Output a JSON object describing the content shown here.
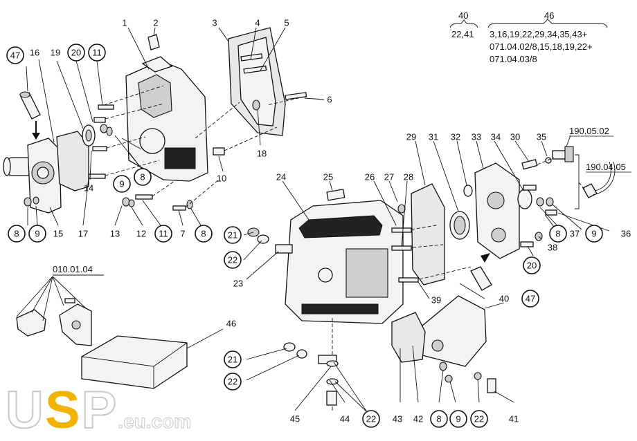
{
  "legend": {
    "group_40": {
      "label": "40",
      "members": "22,41"
    },
    "group_46": {
      "label": "46",
      "lines": [
        "3,16,19,22,29,34,35,43+",
        "071.04.02/8,15,18,19,22+",
        "071.04.03/8"
      ]
    }
  },
  "references": {
    "ref_010": "010.01.04",
    "ref_190_02": "190.05.02",
    "ref_190_05": "190.04.05"
  },
  "callouts": {
    "plain": {
      "c1": "1",
      "c2": "2",
      "c3": "3",
      "c4": "4",
      "c5": "5",
      "c6": "6",
      "c7": "7",
      "c10": "10",
      "c12": "12",
      "c13": "13",
      "c14": "14",
      "c15": "15",
      "c16": "16",
      "c17": "17",
      "c18": "18",
      "c19": "19",
      "c23": "23",
      "c24": "24",
      "c25": "25",
      "c26": "26",
      "c27": "27",
      "c28": "28",
      "c29": "29",
      "c30": "30",
      "c31": "31",
      "c32": "32",
      "c33": "33",
      "c34": "34",
      "c35": "35",
      "c36": "36",
      "c37": "37",
      "c38": "38",
      "c39": "39",
      "c40": "40",
      "c41": "41",
      "c42": "42",
      "c43": "43",
      "c44": "44",
      "c45": "45",
      "c46": "46"
    },
    "circled": {
      "c47a": "47",
      "c20a": "20",
      "c11a": "11",
      "c9a": "9",
      "c8a": "8",
      "c8b": "8",
      "c9b": "9",
      "c11b": "11",
      "c8c": "8",
      "c21a": "21",
      "c22a": "22",
      "c21b": "21",
      "c22b": "22",
      "c22c": "22",
      "c8d": "8",
      "c9c": "9",
      "c20b": "20",
      "c47b": "47",
      "c8e": "8",
      "c9d": "9",
      "c22d": "22"
    }
  },
  "watermark": {
    "u": "U",
    "s": "S",
    "p": "P",
    "domain": ".eu.com",
    "accent_color": "#f2b200"
  }
}
